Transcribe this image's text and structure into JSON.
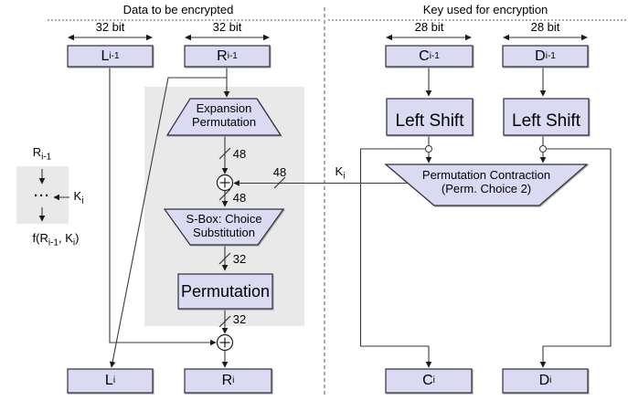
{
  "colors": {
    "box_fill": "#dadaf3",
    "box_border": "#2e2e38",
    "panel_gray": "#e9e9e9",
    "line": "#3a3a3a",
    "text": "#000000",
    "background": "#ffffff"
  },
  "titles": {
    "data": "Data to be encrypted",
    "key": "Key used for encryption"
  },
  "bit_labels": {
    "l": "32 bit",
    "r": "32 bit",
    "c": "28 bit",
    "d": "28 bit"
  },
  "registers": {
    "l_prev": {
      "base": "L",
      "sub": "i-1"
    },
    "r_prev": {
      "base": "R",
      "sub": "i-1"
    },
    "c_prev": {
      "base": "C",
      "sub": "i-1"
    },
    "d_prev": {
      "base": "D",
      "sub": "i-1"
    },
    "l_next": {
      "base": "L",
      "sub": "i"
    },
    "r_next": {
      "base": "R",
      "sub": "i"
    },
    "c_next": {
      "base": "C",
      "sub": "i"
    },
    "d_next": {
      "base": "D",
      "sub": "i"
    }
  },
  "blocks": {
    "expansion": {
      "line1": "Expansion",
      "line2": "Permutation"
    },
    "left_shift_c": {
      "label": "Left Shift"
    },
    "left_shift_d": {
      "label": "Left Shift"
    },
    "sbox": {
      "line1": "S-Box: Choice",
      "line2": "Substitution"
    },
    "permutation": {
      "label": "Permutation"
    },
    "perm_contraction": {
      "line1": "Permutation Contraction",
      "line2": "(Perm. Choice 2)"
    }
  },
  "wire_labels": {
    "expansion_out": "48",
    "key_in": "48",
    "xor_out": "48",
    "sbox_out": "32",
    "perm_out": "32",
    "ki": {
      "base": "K",
      "sub": "i"
    }
  },
  "legend": {
    "input": {
      "base": "R",
      "sub": "i-1"
    },
    "dots": "···",
    "key": {
      "base": "K",
      "sub": "i"
    },
    "formula": {
      "p1": "f(R",
      "s1": "i-1",
      "p2": ", K",
      "s2": "i",
      "p3": ")"
    }
  }
}
